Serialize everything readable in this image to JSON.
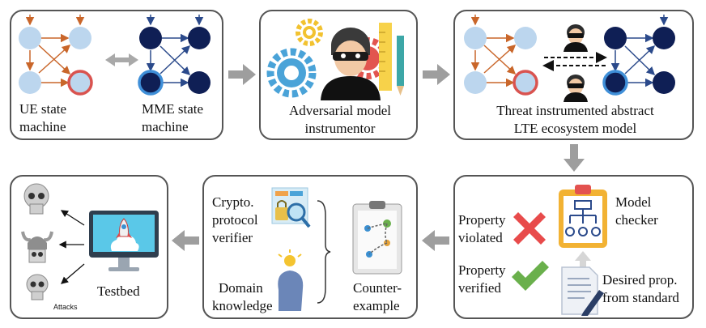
{
  "top_row": {
    "panel1": {
      "ue_label_line1": "UE state",
      "ue_label_line2": "machine",
      "mme_label_line1": "MME state",
      "mme_label_line2": "machine"
    },
    "panel2": {
      "label_line1": "Adversarial model",
      "label_line2": "instrumentor"
    },
    "panel3": {
      "label_line1": "Threat instrumented abstract",
      "label_line2": "LTE  ecosystem model"
    }
  },
  "bottom_row": {
    "model_checker_panel": {
      "checker_line1": "Model",
      "checker_line2": "checker",
      "violated_line1": "Property",
      "violated_line2": "violated",
      "verified_line1": "Property",
      "verified_line2": "verified",
      "desired_line1": "Desired prop.",
      "desired_line2": "from standard"
    },
    "analysis_panel": {
      "crypto_line1": "Crypto.",
      "crypto_line2": "protocol",
      "crypto_line3": "verifier",
      "domain_line1": "Domain",
      "domain_line2": "knowledge",
      "counter_line1": "Counter-",
      "counter_line2": "example"
    },
    "testbed_panel": {
      "testbed_label": "Testbed",
      "attacks_label": "Attacks"
    }
  },
  "colors": {
    "ue_node": "#bcd6ee",
    "mme_node": "#0f1f55",
    "ue_edge": "#c9662a",
    "mme_edge": "#2b4a8b",
    "flow_arrow": "#9e9e9e",
    "violated_cross": "#e84b4b",
    "verified_check": "#6ab04c"
  }
}
